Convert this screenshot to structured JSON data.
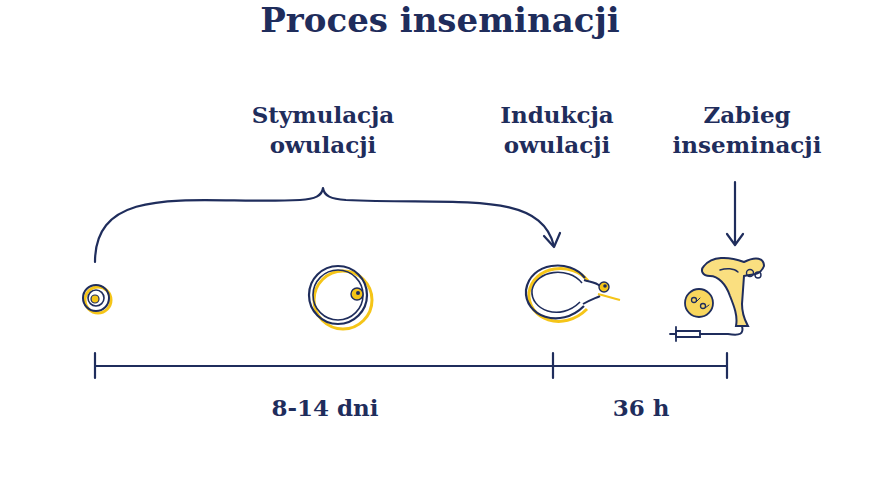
{
  "diagram": {
    "title": "Proces inseminacji",
    "labels": [
      "Stymulacja owulacji",
      "Indukcja owulacji",
      "Zabieg inseminacji",
      "8-14 dni",
      "36 h"
    ]
  }
}
